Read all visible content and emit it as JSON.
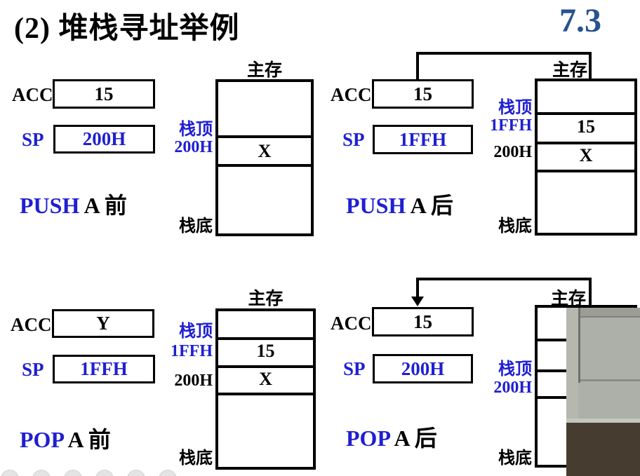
{
  "title": "(2) 堆栈寻址举例",
  "section_number": "7.3",
  "colors": {
    "accent_blue": "#1f1fd2",
    "section_navy": "#27538f"
  },
  "labels": {
    "acc": "ACC",
    "sp": "SP",
    "memory": "主存",
    "stack_top": "栈顶",
    "stack_bottom": "栈底"
  },
  "diagrams": {
    "push_before": {
      "caption_op": "PUSH",
      "caption_rest": "A 前",
      "acc_value": "15",
      "sp_value": "200H",
      "side": {
        "top_label": "栈顶",
        "top_addr": "200H"
      },
      "cells": [
        "",
        "X",
        ""
      ]
    },
    "push_after": {
      "caption_op": "PUSH",
      "caption_rest": "A 后",
      "acc_value": "15",
      "sp_value": "1FFH",
      "side": {
        "top_label": "栈顶",
        "top_addr": "1FFH",
        "second_addr": "200H"
      },
      "cells": [
        "",
        "15",
        "X",
        ""
      ]
    },
    "pop_before": {
      "caption_op": "POP",
      "caption_rest": "A 前",
      "acc_value": "Y",
      "sp_value": "1FFH",
      "side": {
        "top_label": "栈顶",
        "top_addr": "1FFH",
        "second_addr": "200H"
      },
      "cells": [
        "",
        "15",
        "X",
        ""
      ]
    },
    "pop_after": {
      "caption_op": "POP",
      "caption_rest": "A 后",
      "acc_value": "15",
      "sp_value": "200H",
      "side": {
        "top_label": "栈顶",
        "top_addr": "200H"
      },
      "cells": [
        "",
        "",
        "",
        ""
      ]
    }
  }
}
